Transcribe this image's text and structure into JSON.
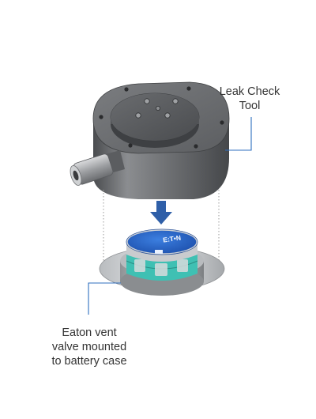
{
  "callouts": {
    "tool": "Leak Check\nTool",
    "valve": "Eaton vent\nvalve mounted\nto battery case"
  },
  "logo": {
    "text": "E:T•N"
  },
  "colors": {
    "callout_line": "#2F6FBF",
    "arrow": "#2F5FA8",
    "tool_metal": "#6B6D70",
    "valve_cap": "#2563C9",
    "valve_seal": "#3FC0B3"
  }
}
